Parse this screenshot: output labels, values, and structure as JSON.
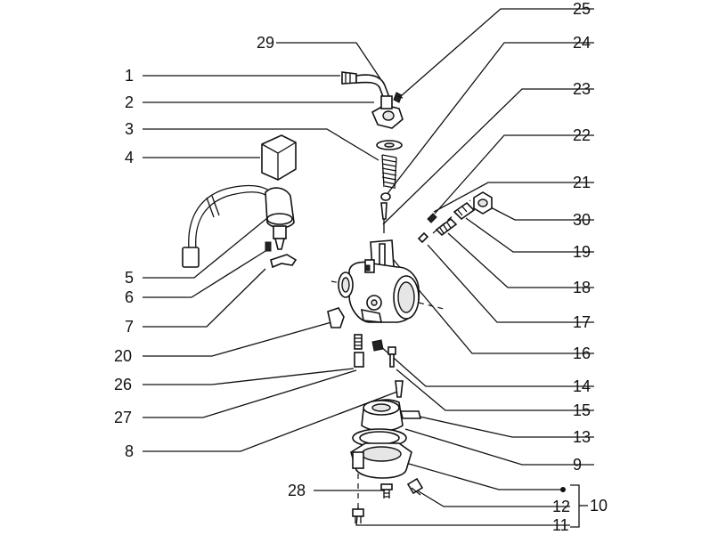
{
  "diagram": {
    "labels": {
      "l1": "1",
      "l2": "2",
      "l3": "3",
      "l4": "4",
      "l5": "5",
      "l6": "6",
      "l7": "7",
      "l8": "8",
      "l9": "9",
      "l10": "10",
      "l11": "11",
      "l12": "12",
      "l13": "13",
      "l14": "14",
      "l15": "15",
      "l16": "16",
      "l17": "17",
      "l18": "18",
      "l19": "19",
      "l20": "20",
      "l21": "21",
      "l22": "22",
      "l23": "23",
      "l24": "24",
      "l25": "25",
      "l26": "26",
      "l27": "27",
      "l28": "28",
      "l29": "29",
      "l30": "30"
    }
  }
}
